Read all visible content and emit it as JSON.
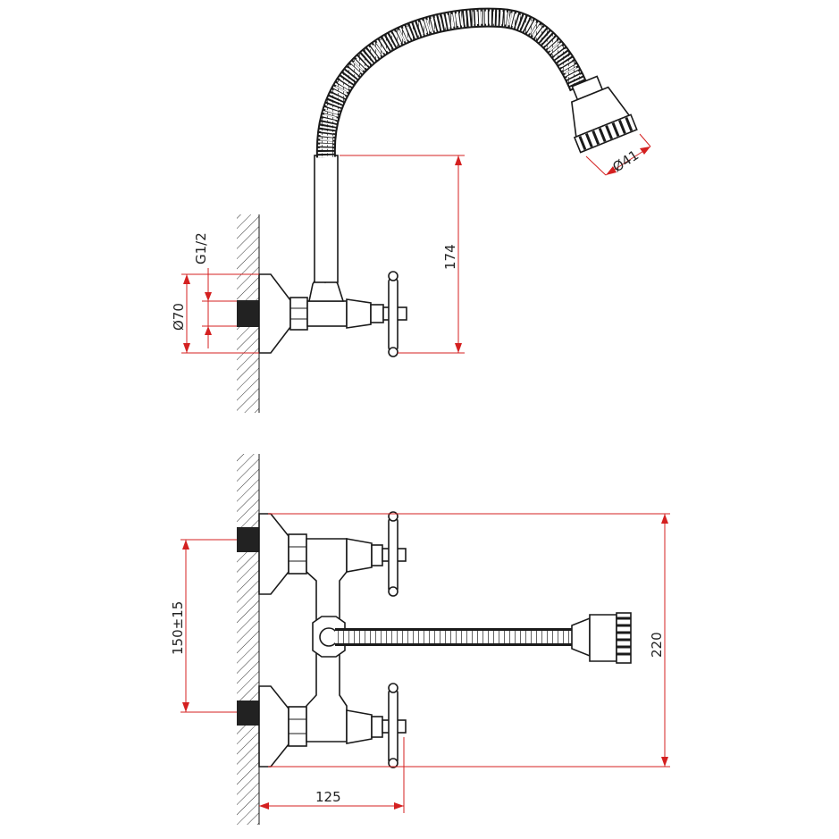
{
  "colors": {
    "outline": "#1a1a1a",
    "dimension": "#d42020",
    "text": "#222222",
    "background": "#ffffff"
  },
  "side_view": {
    "dims": {
      "thread": "G1/2",
      "flange_diameter": "Ø70",
      "spout_height": "174",
      "aerator_diameter": "Ø41"
    }
  },
  "front_view": {
    "dims": {
      "center_distance": "150±15",
      "overall_height": "220",
      "projection": "125"
    }
  }
}
